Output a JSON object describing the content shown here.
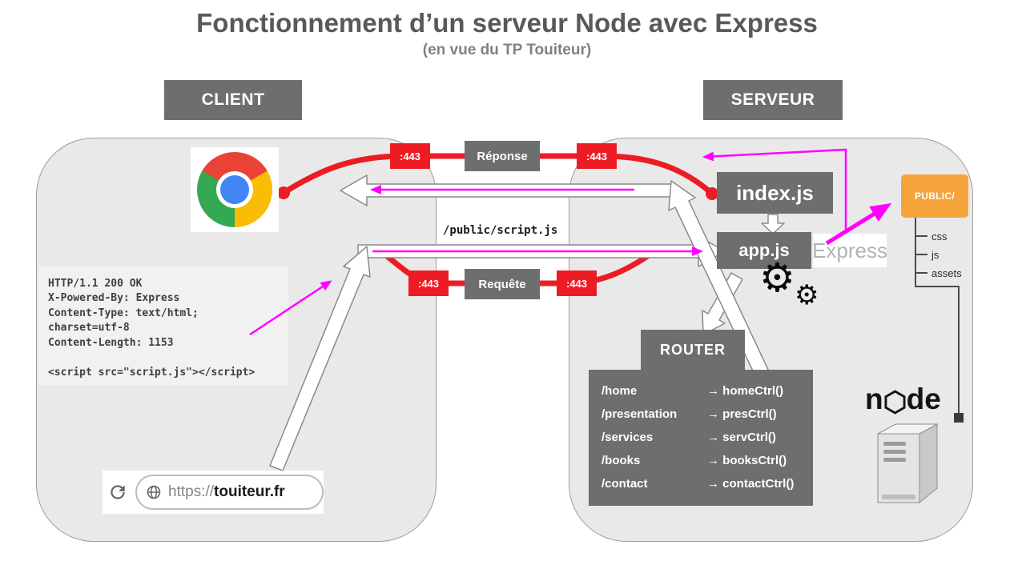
{
  "title": "Fonctionnement d’un serveur Node avec Express",
  "subtitle": "(en vue du TP Touiteur)",
  "client": {
    "label": "CLIENT",
    "browser_icon": "chrome-icon",
    "http_response_lines": [
      "HTTP/1.1 200 OK",
      "X-Powered-By: Express",
      "Content-Type: text/html;",
      "charset=utf-8",
      "Content-Length: 1153",
      "",
      "<script src=\"script.js\"></script>"
    ],
    "address_bar": {
      "protocol": "https://",
      "domain": "touiteur.fr"
    }
  },
  "connection": {
    "response_label": "Réponse",
    "request_label": "Requête",
    "port_label": ":443",
    "static_file_path": "/public/script.js"
  },
  "server": {
    "label": "SERVEUR",
    "index_file": "index.js",
    "app_file": "app.js",
    "express_logo": "Express",
    "public_folder": {
      "label": "PUBLIC/",
      "children": [
        "css",
        "js",
        "assets"
      ]
    },
    "router": {
      "label": "ROUTER",
      "routes": [
        {
          "path": "/home",
          "ctrl": "→ homeCtrl()"
        },
        {
          "path": "/presentation",
          "ctrl": "→ presCtrl()"
        },
        {
          "path": "/services",
          "ctrl": "→ servCtrl()"
        },
        {
          "path": "/books",
          "ctrl": "→ booksCtrl()"
        },
        {
          "path": "/contact",
          "ctrl": "→ contactCtrl()"
        }
      ]
    },
    "node_logo": {
      "left": "n",
      "right": "de"
    }
  },
  "icons": {
    "browser": "chrome-icon",
    "reload": "reload-icon",
    "globe": "globe-icon",
    "gears": "gears-icon",
    "node": "node-logo",
    "server_machine": "server-tower-icon",
    "folder": "public-folder-icon"
  },
  "colors": {
    "accent_red": "#ed1c24",
    "accent_magenta": "#ff00ff",
    "box_gray": "#6d6e70",
    "folder_orange": "#f7a33c",
    "container_gray": "#e9e9e9"
  }
}
